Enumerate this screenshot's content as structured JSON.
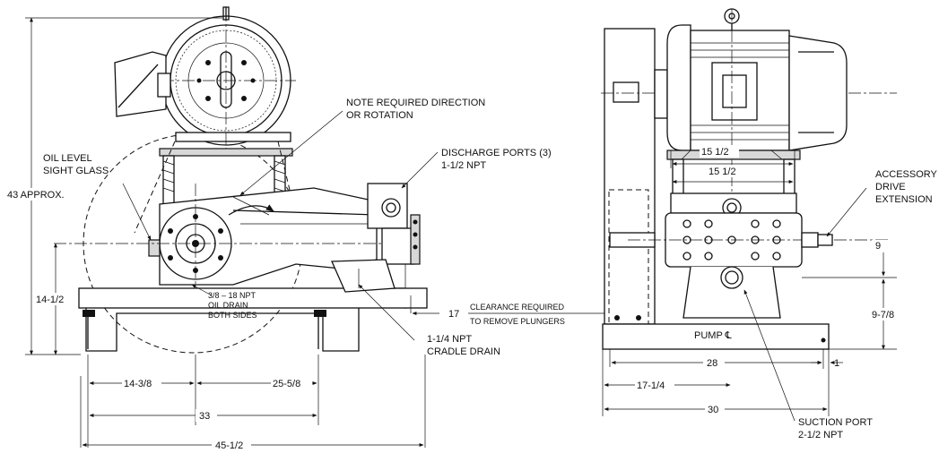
{
  "labels": {
    "note_rotation_1": "NOTE REQUIRED DIRECTION",
    "note_rotation_2": "OR ROTATION",
    "discharge_1": "DISCHARGE PORTS (3)",
    "discharge_2": "1-1/2 NPT",
    "oil_level_1": "OIL LEVEL",
    "oil_level_2": "SIGHT GLASS",
    "height_approx": "43 APPROX.",
    "oil_drain_1": "3/8 – 18 NPT",
    "oil_drain_2": "OIL DRAIN",
    "oil_drain_3": "BOTH SIDES",
    "clearance_dim": "17",
    "clearance_1": "CLEARANCE REQUIRED",
    "clearance_2": "TO REMOVE PLUNGERS",
    "cradle_drain_1": "1-1/4 NPT",
    "cradle_drain_2": "CRADLE DRAIN",
    "dim_14_1_2": "14-1/2",
    "dim_14_3_8": "14-3/8",
    "dim_25_5_8": "25-5/8",
    "dim_33": "33",
    "dim_45_1_2": "45-1/2",
    "dim_15_1_2_a": "15 1/2",
    "dim_15_1_2_b": "15 1/2",
    "accessory_1": "ACCESSORY",
    "accessory_2": "DRIVE",
    "accessory_3": "EXTENSION",
    "dim_9": "9",
    "dim_9_7_8": "9-7/8",
    "pump_cl": "PUMP ℄",
    "dim_28": "28",
    "dim_1": "1",
    "dim_17_1_4": "17-1/4",
    "dim_30": "30",
    "suction_1": "SUCTION PORT",
    "suction_2": "2-1/2 NPT"
  }
}
